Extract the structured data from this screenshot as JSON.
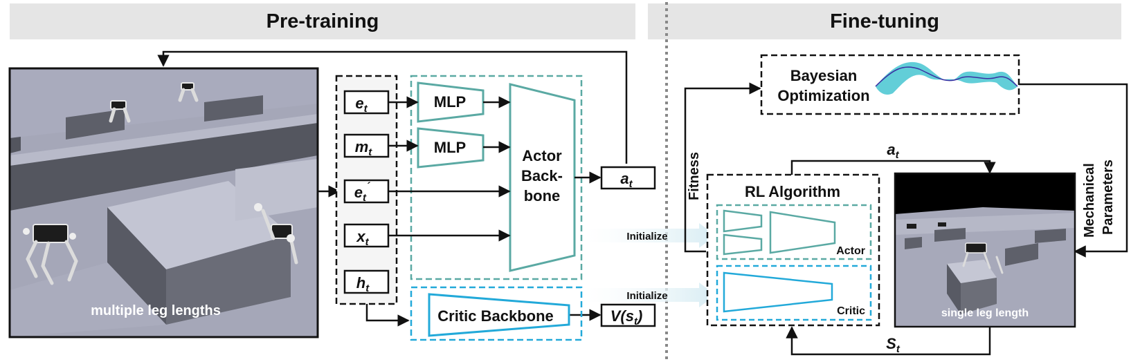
{
  "sections": {
    "pretraining_title": "Pre-training",
    "finetuning_title": "Fine-tuning"
  },
  "inputs": {
    "e": "e",
    "e_sub": "t",
    "m": "m",
    "m_sub": "t",
    "eprime": "e",
    "eprime_sub": "t",
    "eprime_mark": "´",
    "x": "x",
    "x_sub": "t",
    "h": "h",
    "h_sub": "t"
  },
  "network": {
    "mlp1": "MLP",
    "mlp2": "MLP",
    "actor_line1": "Actor",
    "actor_line2": "Back-",
    "actor_line3": "bone",
    "critic": "Critic Backbone"
  },
  "outputs": {
    "action": "a",
    "action_sub": "t",
    "value_prefix": "V(",
    "value_s": "s",
    "value_sub": "t",
    "value_suffix": ")"
  },
  "transfer": {
    "initialize_actor": "Initialize",
    "initialize_critic": "Initialize"
  },
  "finetune": {
    "bo_line1": "Bayesian",
    "bo_line2": "Optimization",
    "rl_title": "RL Algorithm",
    "actor_label": "Actor",
    "critic_label": "Critic",
    "fitness": "Fitness",
    "mech_line1": "Mechanical",
    "mech_line2": "Parameters",
    "action": "a",
    "action_sub": "t",
    "state": "S",
    "state_sub": "t"
  },
  "images": {
    "pretrain_caption": "multiple leg lengths",
    "finetune_caption": "single leg length"
  },
  "colors": {
    "teal": "#5aa9a3",
    "blue": "#22a9d9",
    "banner": "#e5e5e5",
    "arrow_fill": "#e8f4f8",
    "terrain": "#9d9fb1"
  }
}
